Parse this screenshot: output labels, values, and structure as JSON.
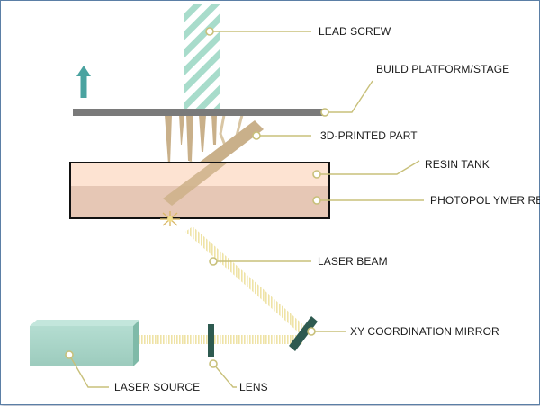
{
  "labels": {
    "lead_screw": "LEAD SCREW",
    "build_platform": "BUILD PLATFORM/STAGE",
    "printed_part": "3D-PRINTED PART",
    "resin_tank": "RESIN TANK",
    "photopolymer_resin": "PHOTOPOL YMER RESIN",
    "laser_beam": "LASER BEAM",
    "xy_mirror": "XY COORDINATION MIRROR",
    "laser_source": "LASER SOURCE",
    "lens": "LENS"
  },
  "colors": {
    "lead_screw_stripe": "#a8dccb",
    "platform": "#7a7a7a",
    "part": "#c9b08a",
    "tank_top": "#fde3d2",
    "tank_bottom": "#e6c7b5",
    "beam": "#efe3a6",
    "laser_source": "#a8d5c8",
    "mirror": "#2e5a50",
    "leader": "#c8c07a",
    "arrow": "#4aa3a0"
  },
  "icons": {
    "direction": "up-arrow-icon"
  }
}
